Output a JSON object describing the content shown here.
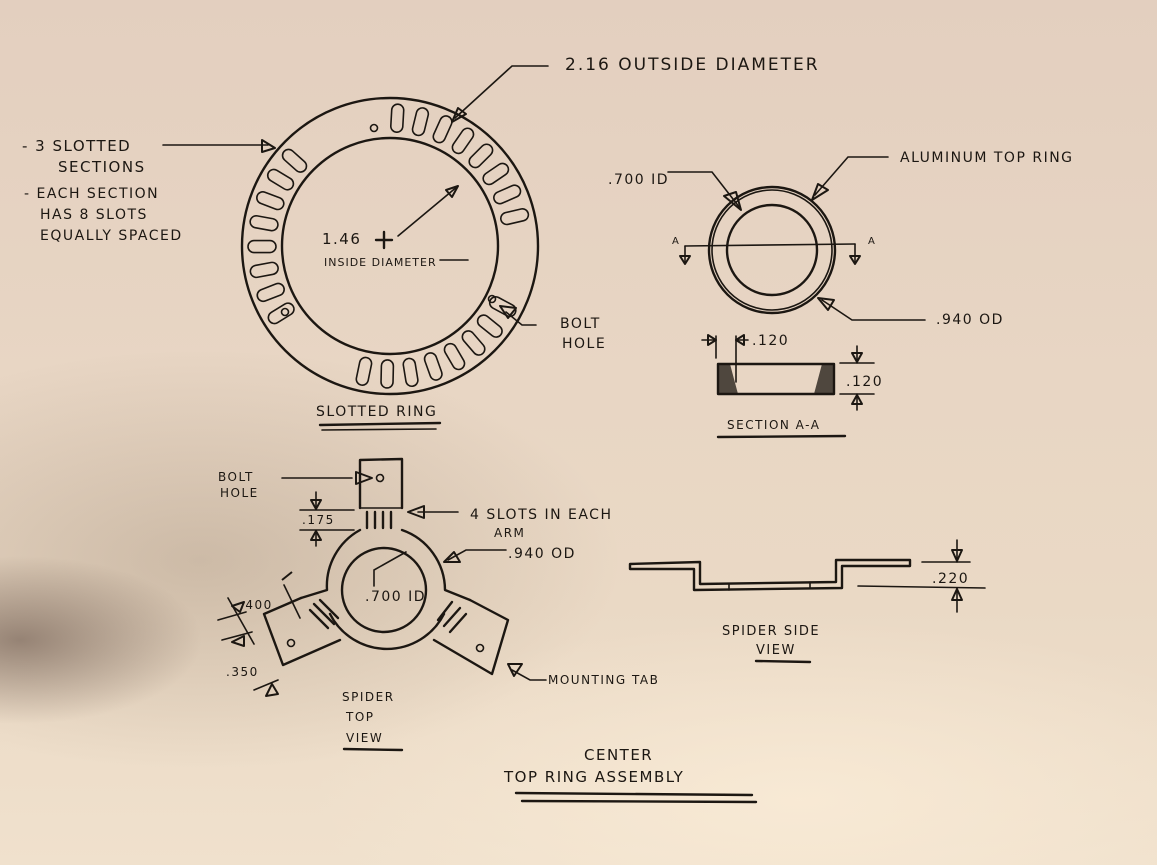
{
  "drawing": {
    "title_line1": "Center",
    "title_line2": "Top Ring Assembly",
    "ink_color": "#1c1712",
    "paper_color": "#e8d6c4"
  },
  "slotted_ring": {
    "caption": "Slotted Ring",
    "outside_diameter": "2.16 Outside Diameter",
    "inside_diameter_value": "1.46",
    "inside_diameter_label": "Inside Diameter",
    "bolt_hole_line1": "Bolt",
    "bolt_hole_line2": "Hole",
    "notes": [
      "- 3 Slotted",
      "Sections",
      "- Each Section",
      "Has 8 Slots",
      "Equally Spaced"
    ]
  },
  "aluminum_ring": {
    "label": "Aluminum Top Ring",
    "inner_diameter": ".700 ID",
    "outer_diameter": ".940 OD",
    "section_marker": "A"
  },
  "section_aa": {
    "caption": "Section A-A",
    "wall_thickness": ".120",
    "height": ".120"
  },
  "spider_top": {
    "caption_line1": "Spider",
    "caption_line2": "Top",
    "caption_line3": "View",
    "bolt_hole_line1": "Bolt",
    "bolt_hole_line2": "Hole",
    "slot_dim": ".175",
    "slots_note_line1": "4 Slots in Each",
    "slots_note_line2": "Arm",
    "outer_diameter": ".940 OD",
    "inner_diameter": ".700 ID",
    "arm_width": ".400",
    "tab_length": ".350",
    "mounting_tab": "Mounting Tab"
  },
  "spider_side": {
    "caption_line1": "Spider Side",
    "caption_line2": "View",
    "height": ".220"
  }
}
